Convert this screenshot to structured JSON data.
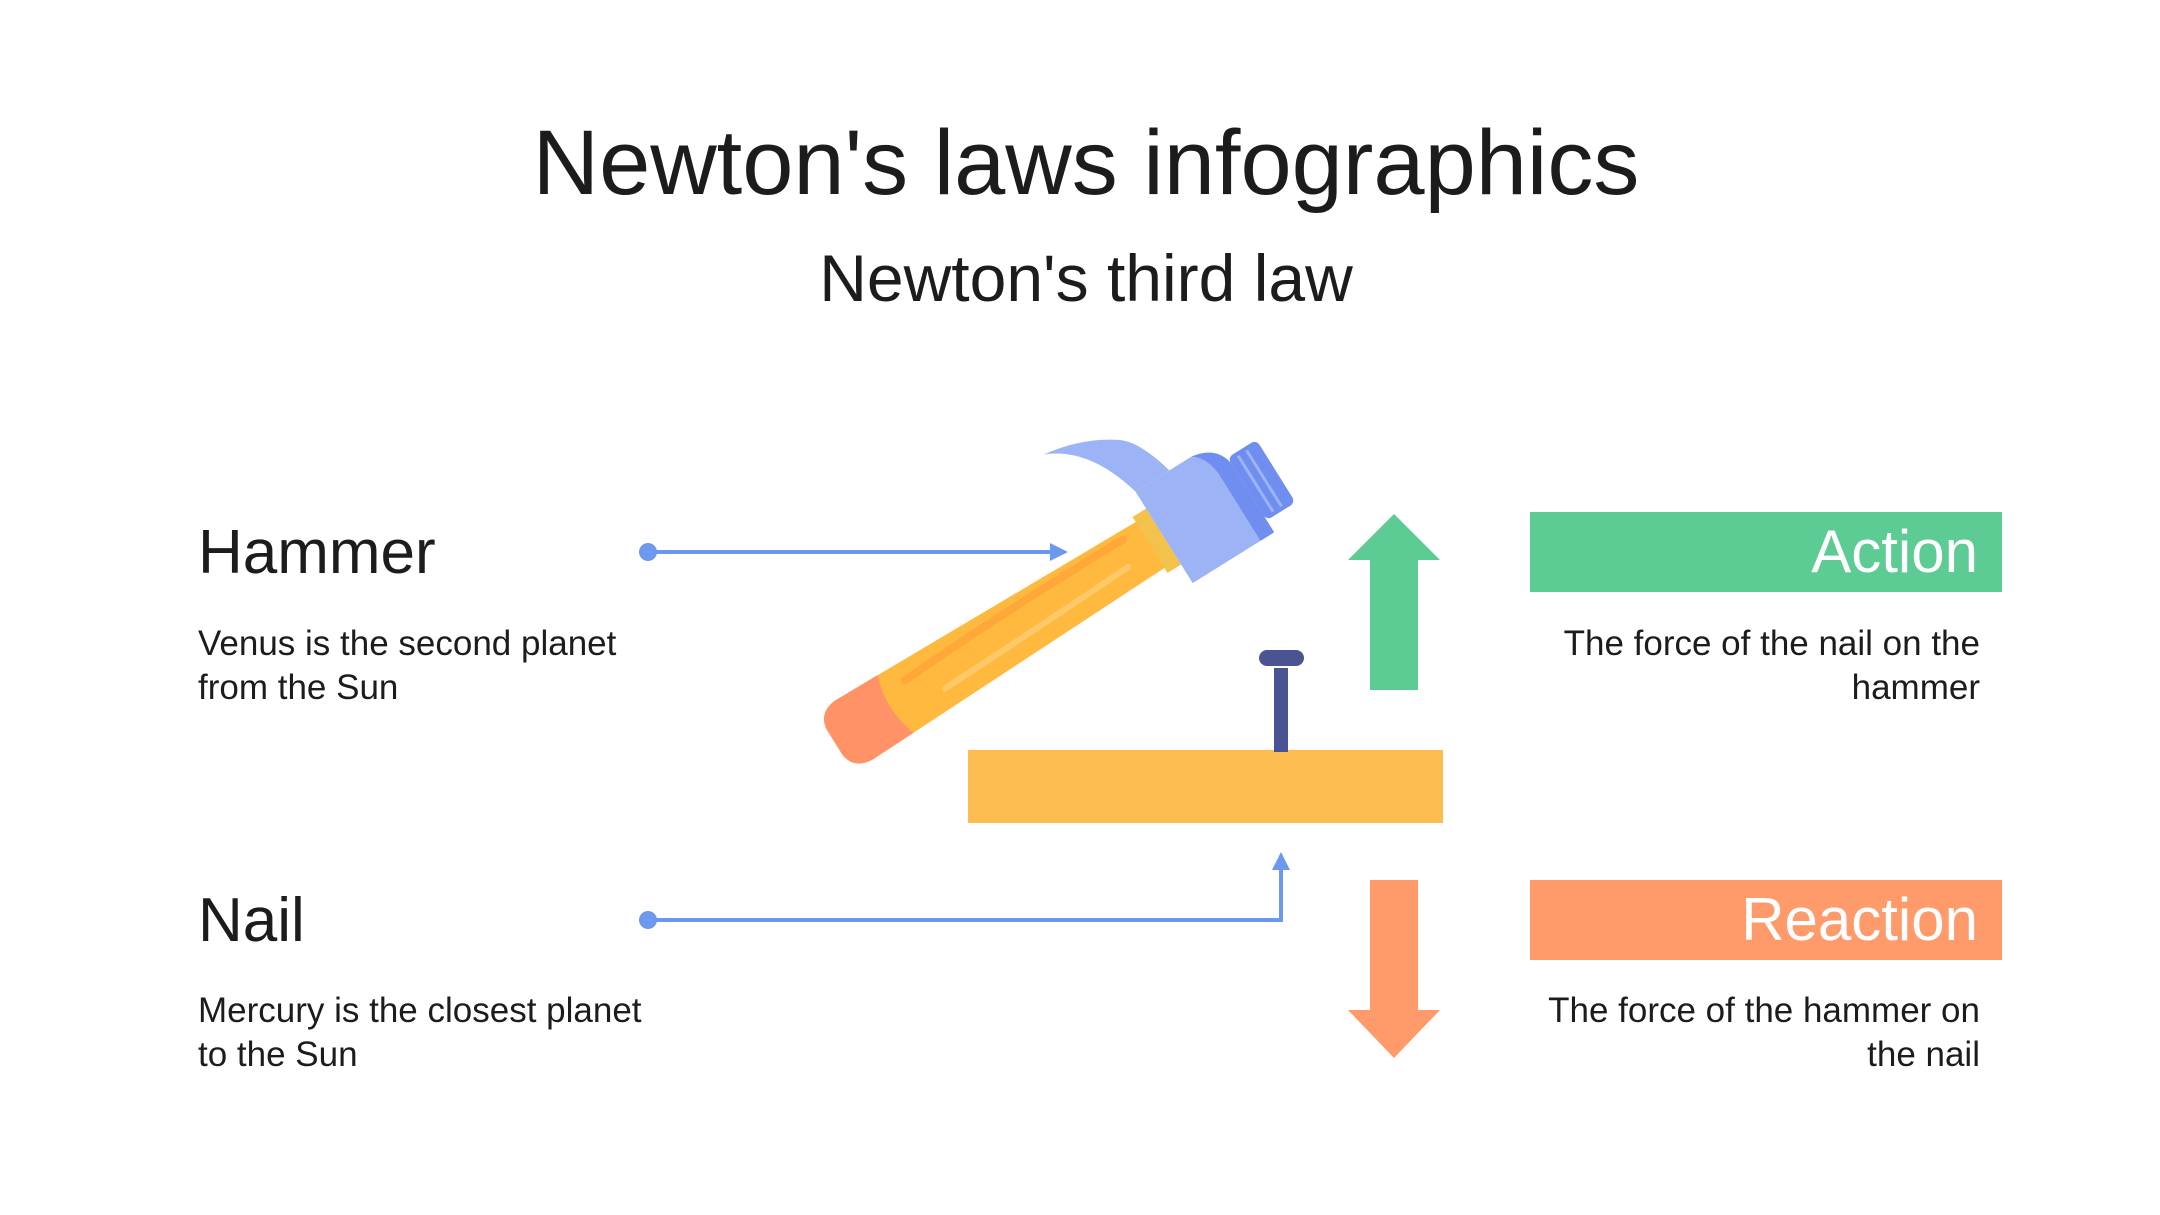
{
  "header": {
    "title": "Newton's laws infographics",
    "subtitle": "Newton's third law"
  },
  "items": [
    {
      "heading": "Hammer",
      "description": "Venus is the second planet from the Sun"
    },
    {
      "heading": "Nail",
      "description": "Mercury is the closest planet to the Sun"
    }
  ],
  "forces": [
    {
      "label": "Action",
      "description": "The force of the nail on the hammer",
      "color": "#5ccb94"
    },
    {
      "label": "Reaction",
      "description": "The force of the hammer on the nail",
      "color": "#ff9b6a"
    }
  ],
  "colors": {
    "connector": "#6c98ee",
    "board": "#fdbc50",
    "nail": "#4a5493",
    "hammer_head": "#9cb4f6",
    "hammer_head_dark": "#6f8ef0",
    "handle": "#ffb93f",
    "handle_end": "#ff9367"
  },
  "icons": [
    "hammer-icon",
    "nail-icon",
    "board-icon",
    "arrow-up-icon",
    "arrow-down-icon"
  ]
}
